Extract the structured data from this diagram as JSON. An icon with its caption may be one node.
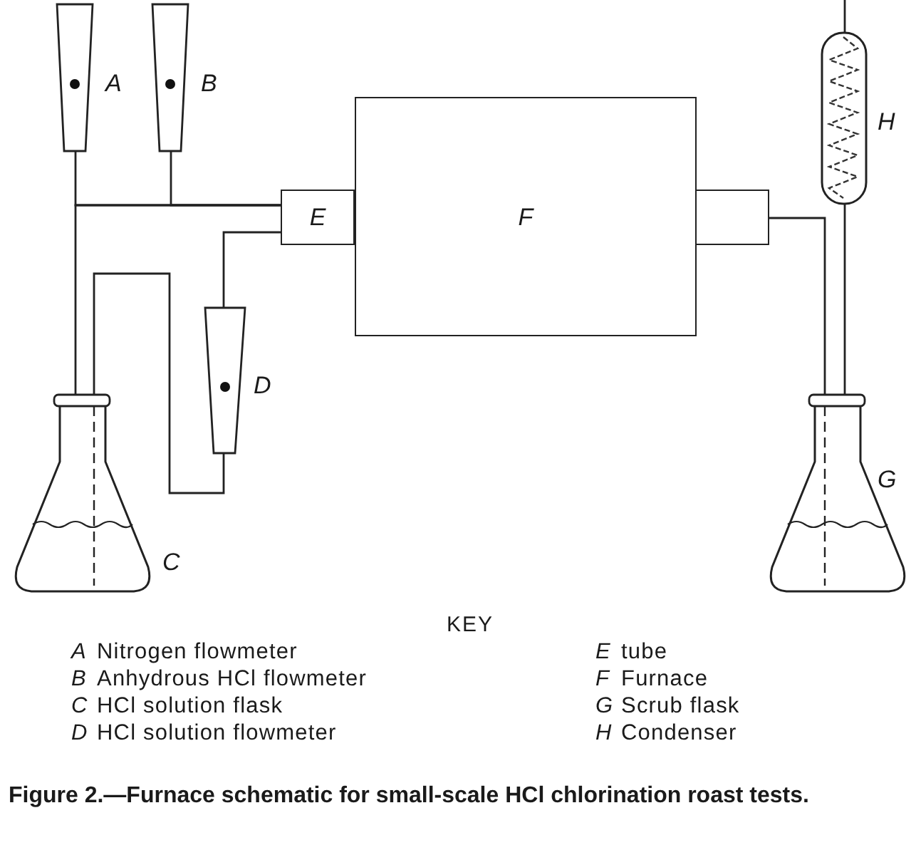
{
  "diagram": {
    "caption": "Figure 2.—Furnace schematic for small-scale HCl chlorination roast tests.",
    "nodes": [
      {
        "text": [
          "A"
        ]
      },
      {
        "text": [
          "B"
        ]
      },
      {
        "text": [
          "E"
        ]
      },
      {
        "text": [
          "F"
        ]
      },
      {
        "text": [],
        "shape": "box"
      },
      {
        "text": [
          "H"
        ]
      },
      {
        "text": [
          "D"
        ]
      },
      {
        "text": [
          "C"
        ]
      },
      {
        "text": [
          "G"
        ]
      }
    ],
    "edges": [
      {
        "from": 0,
        "to": 2,
        "arrow": "none"
      },
      {
        "from": 1,
        "to": 2,
        "arrow": "none"
      },
      {
        "from": 7,
        "to": 2,
        "arrow": "none"
      },
      {
        "from": 7,
        "to": 6,
        "arrow": "none"
      },
      {
        "from": 6,
        "to": 2,
        "arrow": "none"
      },
      {
        "from": 4,
        "to": 8,
        "arrow": "none"
      },
      {
        "from": 5,
        "to": 8,
        "arrow": "none"
      },
      {
        "from": 5,
        "to": null,
        "arrow": "none"
      }
    ],
    "labels": [
      "KEY",
      "A",
      "Nitrogen flowmeter",
      "E",
      "tube",
      "B",
      "Anhydrous HCl flowmeter",
      "F",
      "Furnace",
      "C",
      "HCl solution flask",
      "G",
      "Scrub flask",
      "D",
      "HCl solution flowmeter",
      "H",
      "Condenser"
    ]
  }
}
